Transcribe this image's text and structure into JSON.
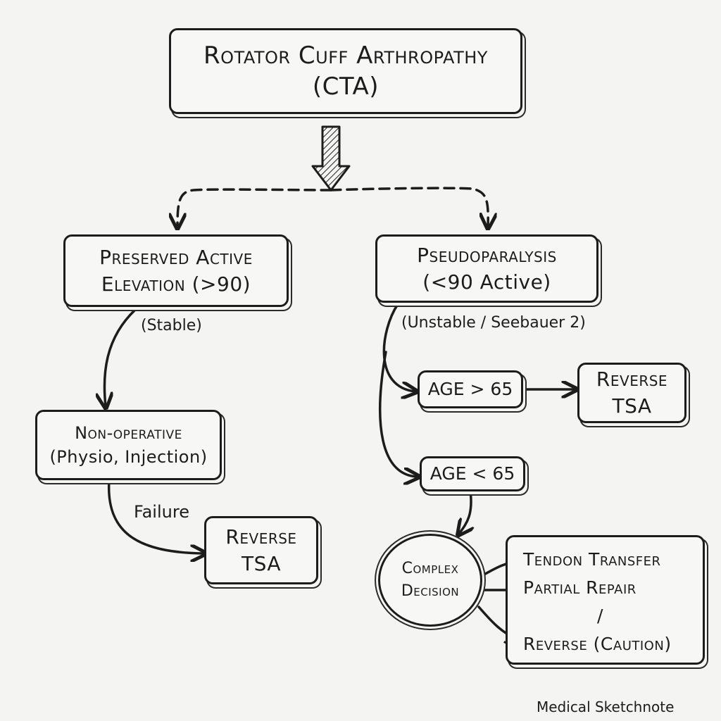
{
  "title": {
    "line1": "Rotator Cuff Arthropathy",
    "line2": "(CTA)"
  },
  "left": {
    "header": {
      "line1": "Preserved Active",
      "line2": "Elevation (>90)"
    },
    "branch_label": "(Stable)",
    "nonop": {
      "line1": "Non-operative",
      "line2": "(Physio, Injection)"
    },
    "failure_label": "Failure",
    "result": {
      "line1": "Reverse",
      "line2": "TSA"
    }
  },
  "right": {
    "header": {
      "line1": "Pseudoparalysis",
      "line2": "(<90 Active)"
    },
    "branch_label": "(Unstable / Seebauer 2)",
    "age_high": "AGE > 65",
    "age_high_result": {
      "line1": "Reverse",
      "line2": "TSA"
    },
    "age_low": "AGE < 65",
    "decision": {
      "line1": "Complex",
      "line2": "Decision"
    },
    "options": {
      "line1": "Tendon Transfer",
      "line2": "Partial Repair",
      "separator": "/",
      "line3": "Reverse (Caution)"
    }
  },
  "signature": "Medical Sketchnote"
}
